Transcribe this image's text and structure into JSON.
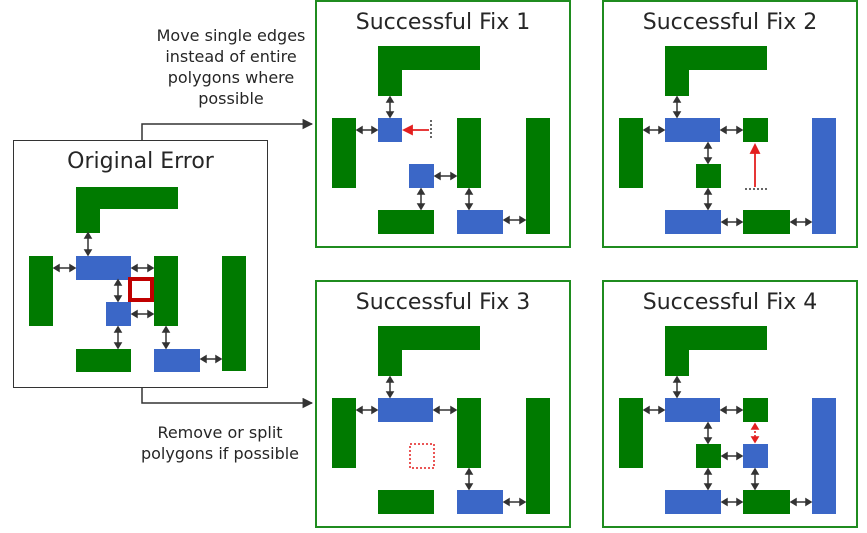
{
  "colors": {
    "green_polygon": "#007a00",
    "blue_polygon": "#3b67c7",
    "panel_border_green": "#1f8c1f",
    "panel_border_black": "#333333",
    "error_red": "#c00000",
    "fix_arrow_red": "#e31f1f",
    "spacing_arrow": "#333333"
  },
  "original": {
    "title": "Original Error"
  },
  "fixes": [
    {
      "title": "Successful Fix 1"
    },
    {
      "title": "Successful Fix 2"
    },
    {
      "title": "Successful Fix 3"
    },
    {
      "title": "Successful Fix 4"
    }
  ],
  "captions": {
    "top": "Move single edges instead of entire polygons where possible",
    "bottom": "Remove or split polygons if possible"
  },
  "icons": [
    "double-headed-arrow",
    "red-arrow",
    "error-marker",
    "removed-polygon-outline"
  ]
}
